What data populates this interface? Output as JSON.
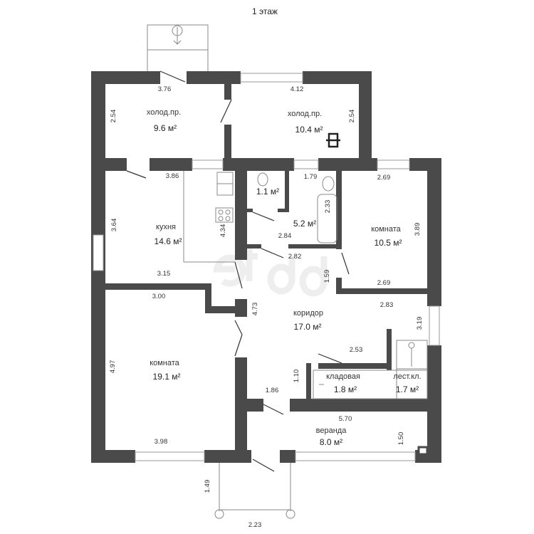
{
  "title": "1 этаж",
  "watermark": "etagi",
  "rooms": [
    {
      "name": "холод.пр.",
      "area": "9.6 м²"
    },
    {
      "name": "холод.пр.",
      "area": "10.4 м²"
    },
    {
      "name": "кухня",
      "area": "14.6 м²"
    },
    {
      "name": "",
      "area": "1.1 м²"
    },
    {
      "name": "",
      "area": "5.2 м²"
    },
    {
      "name": "комната",
      "area": "10.5 м²"
    },
    {
      "name": "коридор",
      "area": "17.0 м²"
    },
    {
      "name": "комната",
      "area": "19.1 м²"
    },
    {
      "name": "кладовая",
      "area": "1.8 м²"
    },
    {
      "name": "лест.кл.",
      "area": "1.7 м²"
    },
    {
      "name": "веранда",
      "area": "8.0 м²"
    }
  ],
  "dims": [
    "3.76",
    "2.54",
    "4.12",
    "2.54",
    "3.86",
    "3.64",
    "4.34",
    "3.15",
    "1.79",
    "2.33",
    "2.84",
    "2.69",
    "3.89",
    "2.69",
    "2.82",
    "1.59",
    "3.00",
    "4.73",
    "2.83",
    "3.19",
    "2.53",
    "4.97",
    "1.10",
    "1.86",
    "5.70",
    "1.50",
    "3.98",
    "1.49",
    "2.23"
  ]
}
